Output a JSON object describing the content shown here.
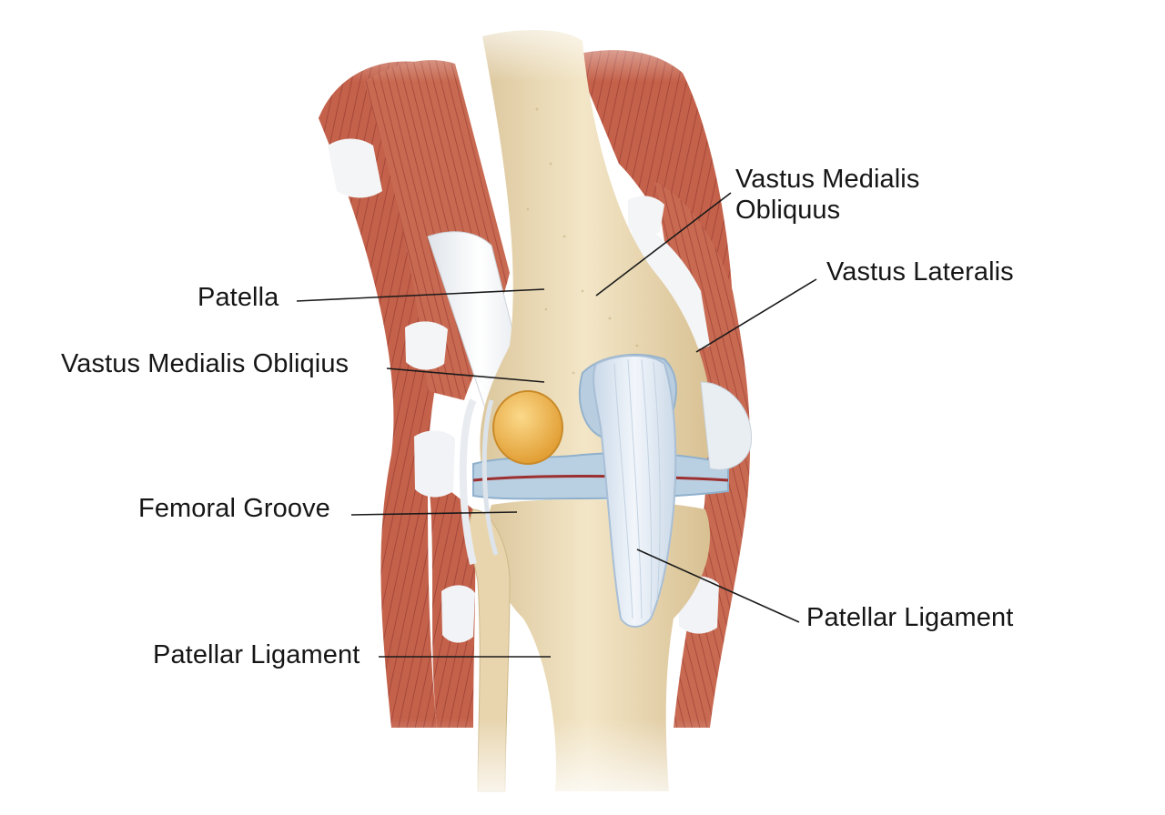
{
  "diagram": {
    "labels": {
      "vmo_right_line1": "Vastus Medialis",
      "vmo_right_line2": "Obliquus",
      "vastus_lateralis": "Vastus Lateralis",
      "patella": "Patella",
      "vmo_left": "Vastus Medialis Obliqius",
      "femoral_groove": "Femoral Groove",
      "patellar_ligament_right": "Patellar Ligament",
      "patellar_ligament_left": "Patellar Ligament"
    },
    "colors": {
      "muscle": "#c4614a",
      "muscle_dark": "#9c3f30",
      "tendon": "#f2f4f6",
      "bone": "#ecdcb8",
      "bone_shade": "#d9c092",
      "patella": "#efb649",
      "cartilage": "#b9cfe2",
      "ligament": "#e6eef6",
      "leader_line": "#1a1a1a"
    }
  }
}
